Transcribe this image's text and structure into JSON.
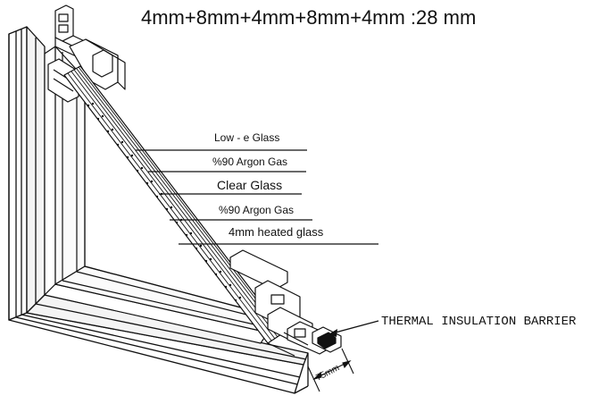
{
  "diagram": {
    "title": "4mm+8mm+4mm+8mm+4mm :28 mm",
    "layers": [
      {
        "label": "Low - e Glass"
      },
      {
        "label": "%90 Argon Gas"
      },
      {
        "label": "Clear Glass"
      },
      {
        "label": "%90 Argon Gas"
      },
      {
        "label": "4mm heated glass"
      }
    ],
    "barrier_label": "THERMAL INSULATION BARRIER",
    "dimension_label": "75mm"
  }
}
